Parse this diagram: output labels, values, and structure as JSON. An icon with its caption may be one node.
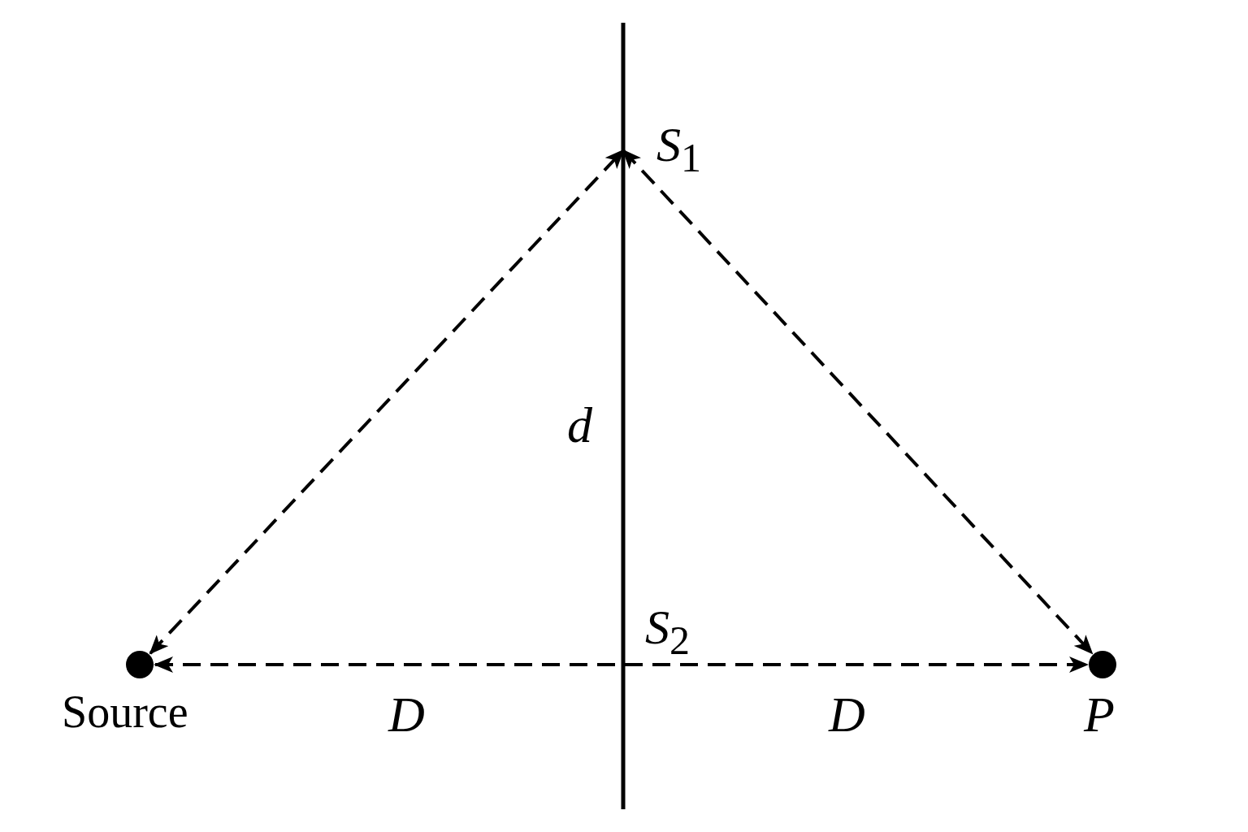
{
  "diagram": {
    "nodes": [
      {
        "text": [
          "*S*$_{1}$"
        ]
      },
      {
        "text": [
          "*S*$_{2}$"
        ]
      },
      {
        "text": [
          "Source"
        ]
      },
      {
        "text": [
          "*P*"
        ]
      }
    ],
    "edges": [
      {
        "from": 2,
        "to": 0,
        "arrow": "both",
        "style": "dashed"
      },
      {
        "from": 0,
        "to": 3,
        "arrow": "both",
        "style": "dashed"
      },
      {
        "from": 2,
        "to": 3,
        "arrow": "both",
        "style": "dashed"
      }
    ],
    "labels": [
      "d",
      "D",
      "D"
    ]
  }
}
